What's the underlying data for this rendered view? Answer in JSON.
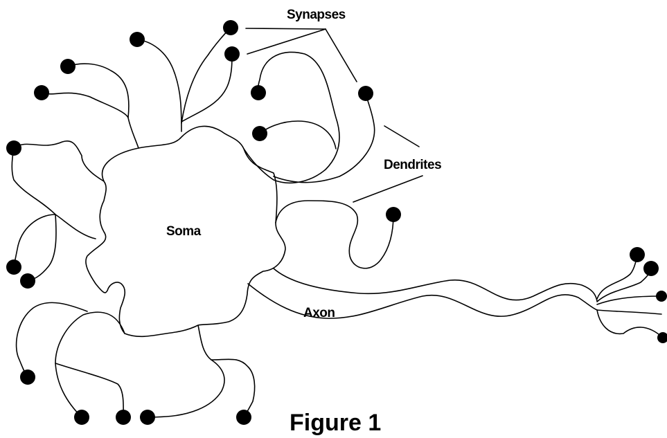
{
  "labels": {
    "synapses": "Synapses",
    "dendrites": "Dendrites",
    "soma": "Soma",
    "axon": "Axon",
    "figure": "Figure 1"
  },
  "colors": {
    "background": "#ffffff",
    "ink": "#000000"
  }
}
